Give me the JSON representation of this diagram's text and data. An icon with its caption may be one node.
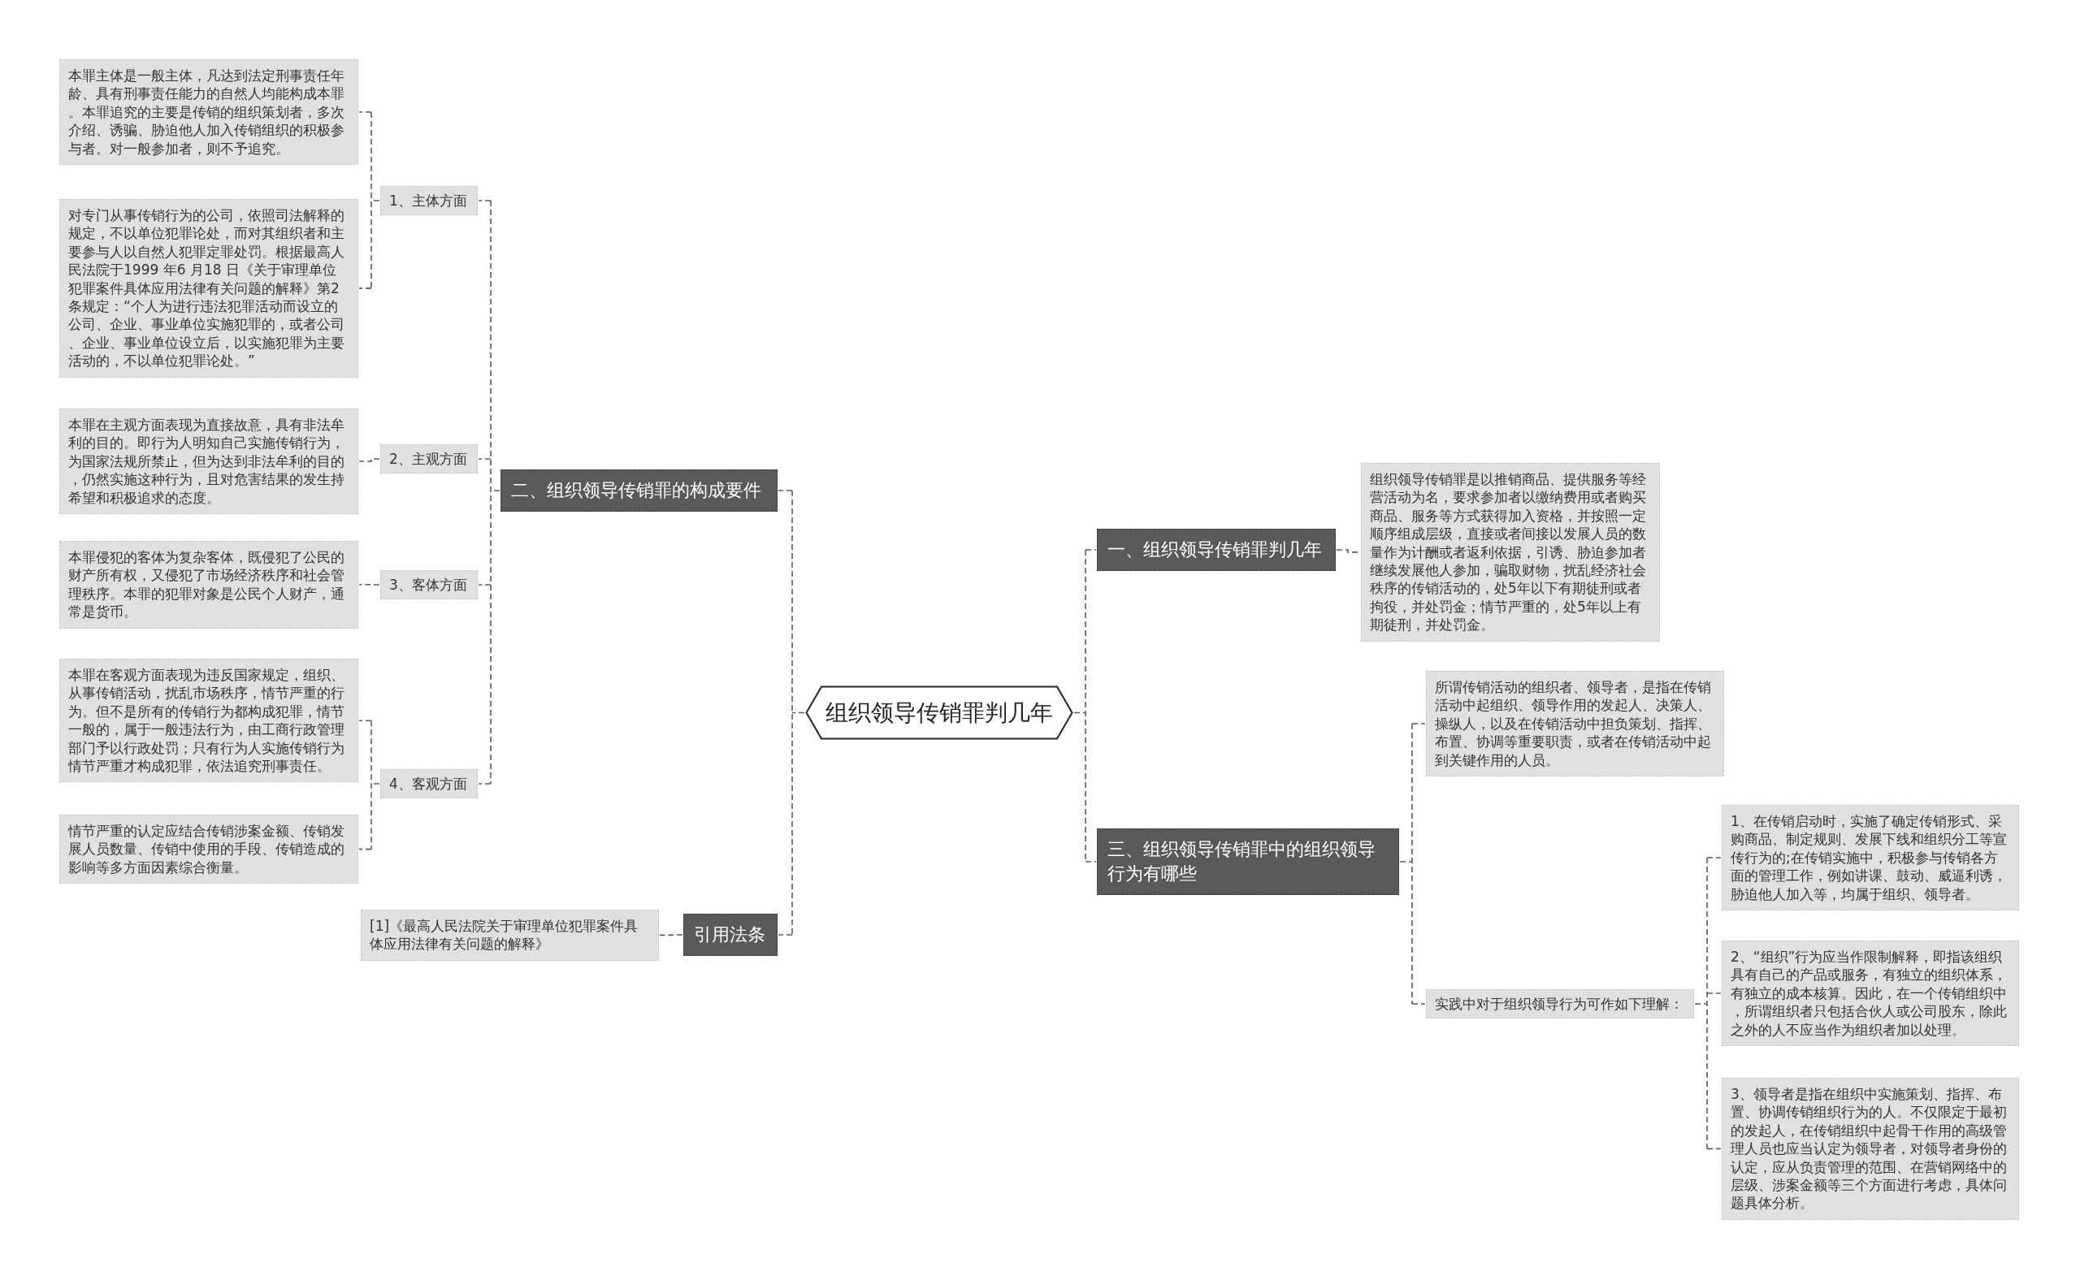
{
  "diagram": {
    "nodes": [
      {
        "text": [
          "组织领导传销罪判几年"
        ]
      },
      {
        "text": [
          "二、组织领导传销罪的构成要件"
        ]
      },
      {
        "text": [
          "1、主体方面"
        ]
      },
      {
        "text": [
          "本罪主体是一般主体，凡达到法定刑事责任年龄、具有刑事责任能力的自然人均能构成本罪。本罪追究的主要是传销的组织策划者，多次介绍、诱骗、胁迫他人加入传销组织的积极参与者。对一般参加者，则不予追究。"
        ]
      },
      {
        "text": [
          "对专门从事传销行为的公司，依照司法解释的规定，不以单位犯罪论处，而对其组织者和主要参与人以自然人犯罪定罪处罚。根据最高人民法院于1999 年6 月18 日《关于审理单位犯罪案件具体应用法律有关问题的解释》第2 条规定：“个人为进行违法犯罪活动而设立的公司、企业、事业单位实施犯罪的，或者公司、企业、事业单位设立后，以实施犯罪为主要活动的，不以单位犯罪论处。”"
        ]
      },
      {
        "text": [
          "2、主观方面"
        ]
      },
      {
        "text": [
          "本罪在主观方面表现为直接故意，具有非法牟利的目的。即行为人明知自己实施传销行为，为国家法规所禁止，但为达到非法牟利的目的，仍然实施这种行为，且对危害结果的发生持希望和积极追求的态度。"
        ]
      },
      {
        "text": [
          "3、客体方面"
        ]
      },
      {
        "text": [
          "本罪侵犯的客体为复杂客体，既侵犯了公民的财产所有权，又侵犯了市场经济秩序和社会管理秩序。本罪的犯罪对象是公民个人财产，通常是货币。"
        ]
      },
      {
        "text": [
          "4、客观方面"
        ]
      },
      {
        "text": [
          "本罪在客观方面表现为违反国家规定，组织、从事传销活动，扰乱市场秩序，情节严重的行为。但不是所有的传销行为都构成犯罪，情节一般的，属于一般违法行为，由工商行政管理部门予以行政处罚；只有行为人实施传销行为情节严重才构成犯罪，依法追究刑事责任。"
        ]
      },
      {
        "text": [
          "情节严重的认定应结合传销涉案金额、传销发展人员数量、传销中使用的手段、传销造成的影响等多方面因素综合衡量。"
        ]
      },
      {
        "text": [
          "引用法条"
        ]
      },
      {
        "text": [
          "[1]《最高人民法院关于审理单位犯罪案件具体应用法律有关问题的解释》"
        ]
      },
      {
        "text": [
          "一、组织领导传销罪判几年"
        ]
      },
      {
        "text": [
          "组织领导传销罪是以推销商品、提供服务等经营活动为名，要求参加者以缴纳费用或者购买商品、服务等方式获得加入资格，并按照一定顺序组成层级，直接或者间接以发展人员的数量作为计酬或者返利依据，引诱、胁迫参加者继续发展他人参加，骗取财物，扰乱经济社会秩序的传销活动的，处5年以下有期徒刑或者拘役，并处罚金；情节严重的，处5年以上有期徒刑，并处罚金。"
        ]
      },
      {
        "text": [
          "三、组织领导传销罪中的组织领导行为有哪些"
        ]
      },
      {
        "text": [
          "所谓传销活动的组织者、领导者，是指在传销活动中起组织、领导作用的发起人、决策人、操纵人，以及在传销活动中担负策划、指挥、布置、协调等重要职责，或者在传销活动中起到关键作用的人员。"
        ]
      },
      {
        "text": [
          "实践中对于组织领导行为可作如下理解："
        ]
      },
      {
        "text": [
          "1、在传销启动时，实施了确定传销形式、采购商品、制定规则、发展下线和组织分工等宣传行为的;在传销实施中，积极参与传销各方面的管理工作，例如讲课、鼓动、威逼利诱，胁迫他人加入等，均属于组织、领导者。"
        ]
      },
      {
        "text": [
          "2、“组织”行为应当作限制解释，即指该组织具有自己的产品或服务，有独立的组织体系，有独立的成本核算。因此，在一个传销组织中，所谓组织者只包括合伙人或公司股东，除此之外的人不应当作为组织者加以处理。"
        ]
      },
      {
        "text": [
          "3、领导者是指在组织中实施策划、指挥、布置、协调传销组织行为的人。不仅限定于最初的发起人，在传销组织中起骨干作用的高级管理人员也应当认定为领导者，对领导者身份的认定，应从负责管理的范围、在营销网络中的层级、涉案金额等三个方面进行考虑，具体问题具体分析。"
        ]
      }
    ],
    "edges": [
      {
        "from": 0,
        "to": 1,
        "arrow": "none"
      },
      {
        "from": 1,
        "to": 2,
        "arrow": "none"
      },
      {
        "from": 2,
        "to": 3,
        "arrow": "none"
      },
      {
        "from": 2,
        "to": 4,
        "arrow": "none"
      },
      {
        "from": 1,
        "to": 5,
        "arrow": "none"
      },
      {
        "from": 5,
        "to": 6,
        "arrow": "none"
      },
      {
        "from": 1,
        "to": 7,
        "arrow": "none"
      },
      {
        "from": 7,
        "to": 8,
        "arrow": "none"
      },
      {
        "from": 1,
        "to": 9,
        "arrow": "none"
      },
      {
        "from": 9,
        "to": 10,
        "arrow": "none"
      },
      {
        "from": 9,
        "to": 11,
        "arrow": "none"
      },
      {
        "from": 0,
        "to": 12,
        "arrow": "none"
      },
      {
        "from": 12,
        "to": 13,
        "arrow": "none"
      },
      {
        "from": 0,
        "to": 14,
        "arrow": "none"
      },
      {
        "from": 14,
        "to": 15,
        "arrow": "none"
      },
      {
        "from": 0,
        "to": 16,
        "arrow": "none"
      },
      {
        "from": 16,
        "to": 17,
        "arrow": "none"
      },
      {
        "from": 16,
        "to": 18,
        "arrow": "none"
      },
      {
        "from": 18,
        "to": 19,
        "arrow": "none"
      },
      {
        "from": 18,
        "to": 20,
        "arrow": "none"
      },
      {
        "from": 18,
        "to": 21,
        "arrow": "none"
      }
    ]
  }
}
